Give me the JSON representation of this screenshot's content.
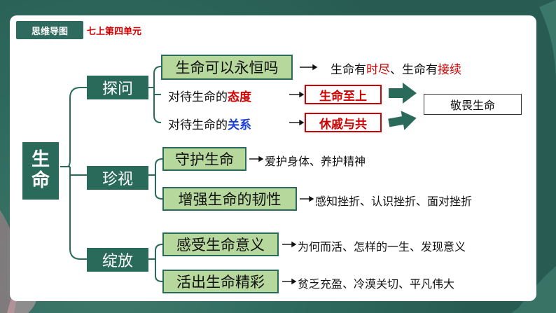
{
  "header": {
    "tag": "思维导图",
    "subtitle": "七上第四单元"
  },
  "root": {
    "chars": [
      "生",
      "命"
    ]
  },
  "categories": [
    "探问",
    "珍视",
    "绽放"
  ],
  "explore": {
    "box": "生命可以永恒吗",
    "answer": [
      "生命有",
      "时尽",
      "、生命有",
      "接续"
    ],
    "attitude": [
      "对待生命的",
      "态度"
    ],
    "attitude_result": "生命至上",
    "relation": [
      "对待生命的",
      "关系"
    ],
    "relation_result": "休戚与共",
    "conclusion": "敬畏生命"
  },
  "cherish": {
    "items": [
      {
        "box": "守护生命",
        "detail": "爱护身体、养护精神"
      },
      {
        "box": "增强生命的韧性",
        "detail": "感知挫折、认识挫折、面对挫折"
      }
    ]
  },
  "bloom": {
    "items": [
      {
        "box": "感受生命意义",
        "detail": "为何而活、怎样的一生、发现意义"
      },
      {
        "box": "活出生命精彩",
        "detail": "贫乏充盈、冷漠关切、平凡伟大"
      }
    ]
  },
  "colors": {
    "primary_green": "#2a6a5a",
    "light_green": "#b7d89c",
    "highlight_red": "#d10000",
    "highlight_blue": "#1a3fd6"
  }
}
